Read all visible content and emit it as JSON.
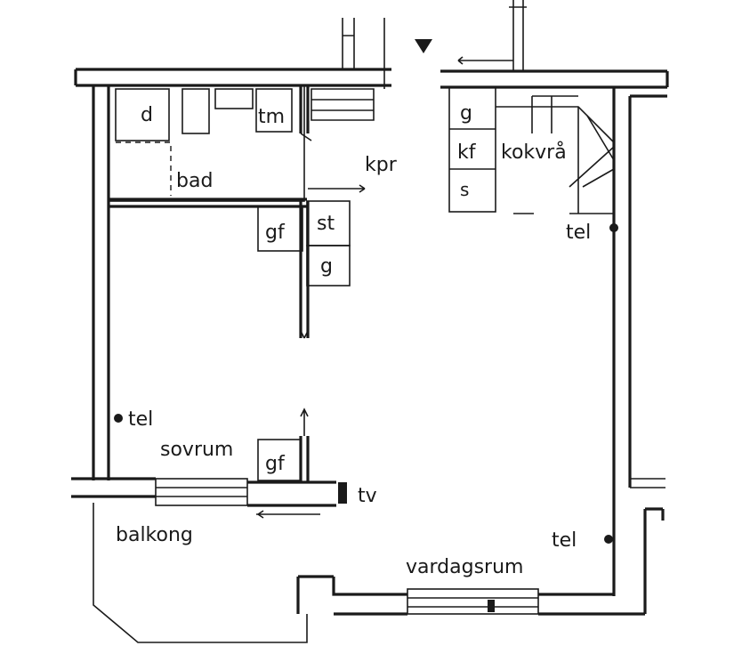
{
  "rooms": {
    "bad": "bad",
    "kpr": "kpr",
    "kokvra": "kokvrå",
    "sovrum": "sovrum",
    "balkong": "balkong",
    "vardagsrum": "vardagsrum"
  },
  "fixtures": {
    "d": "d",
    "tm": "tm",
    "g_kitchen": "g",
    "kf": "kf",
    "s": "s",
    "gf_hall": "gf",
    "st": "st",
    "g_hall": "g",
    "gf_sovrum": "gf",
    "tv": "tv"
  },
  "outlets": {
    "tel_kitchen": "tel",
    "tel_sovrum": "tel",
    "tel_vardagsrum": "tel"
  },
  "icons": {
    "entrance": "entrance-arrow-icon",
    "outlet": "tel-outlet-icon"
  },
  "colors": {
    "ink": "#1a1a1a",
    "paper": "#ffffff"
  }
}
